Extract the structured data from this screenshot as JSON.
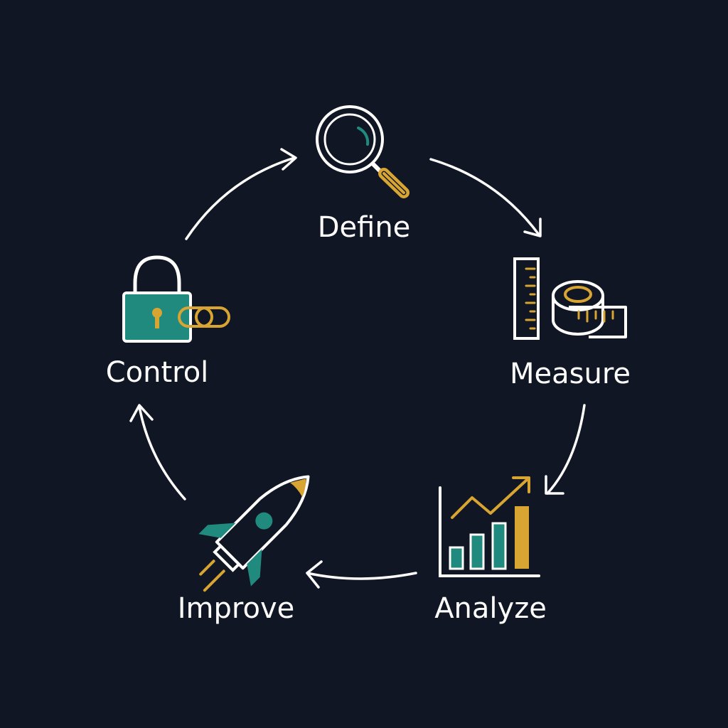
{
  "colors": {
    "background": "#111624",
    "line": "#ffffff",
    "teal": "#1f8a7d",
    "gold": "#d9a532"
  },
  "steps": [
    {
      "label": "Define",
      "icon": "magnifying-glass-icon"
    },
    {
      "label": "Measure",
      "icon": "ruler-and-tape-measure-icon"
    },
    {
      "label": "Analyze",
      "icon": "bar-chart-trend-icon"
    },
    {
      "label": "Improve",
      "icon": "rocket-icon"
    },
    {
      "label": "Control",
      "icon": "padlock-chain-icon"
    }
  ]
}
